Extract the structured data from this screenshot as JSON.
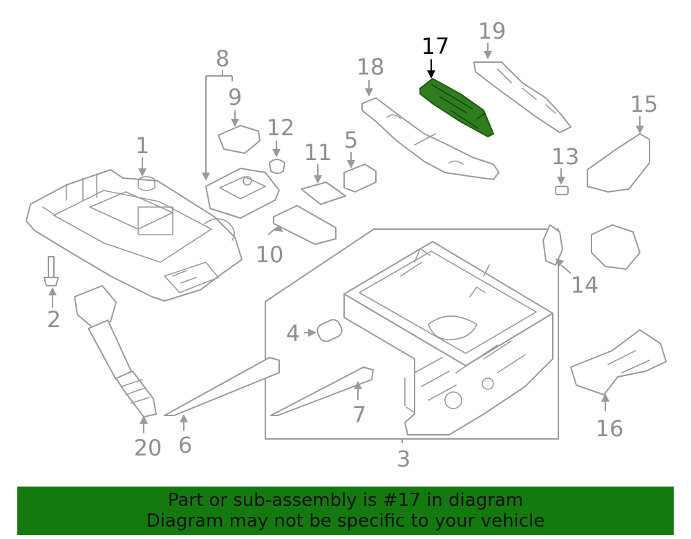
{
  "diagram": {
    "highlighted_callout": "17",
    "highlight_color": "#2f7d1e",
    "line_color": "#9a9a9a",
    "callouts": {
      "c1": "1",
      "c2": "2",
      "c3": "3",
      "c4": "4",
      "c5": "5",
      "c6": "6",
      "c7": "7",
      "c8": "8",
      "c9": "9",
      "c10": "10",
      "c11": "11",
      "c12": "12",
      "c13": "13",
      "c14": "14",
      "c15": "15",
      "c16": "16",
      "c17": "17",
      "c18": "18",
      "c19": "19",
      "c20": "20"
    }
  },
  "banner": {
    "line1": "Part or sub-assembly is #17 in diagram",
    "line2": "Diagram may not be specific to your vehicle",
    "background": "#147a0f"
  }
}
